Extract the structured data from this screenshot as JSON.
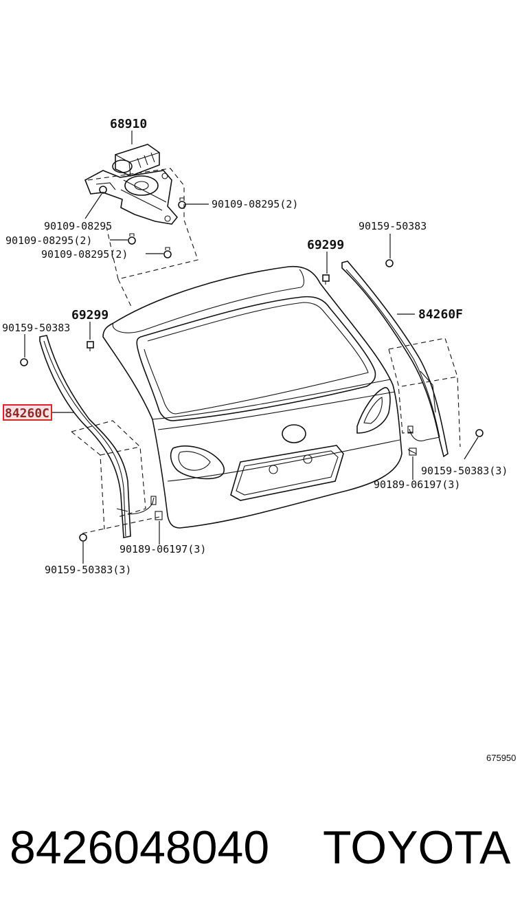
{
  "labels": {
    "regulator_motor": "68910",
    "bolt_a": "90109-08295(2)",
    "bolt_b": "90109-08295",
    "bolt_c": "90109-08295(2)",
    "bolt_d": "90109-08295(2)",
    "clip_right": "69299",
    "clip_left": "69299",
    "screw_top_right": "90159-50383",
    "screw_top_left": "90159-50383",
    "weatherstrip_right": "84260F",
    "weatherstrip_left": "84260C",
    "screw_bottom_right": "90159-50383(3)",
    "clamp_right": "90189-06197(3)",
    "clamp_left": "90189-06197(3)",
    "screw_bottom_left": "90159-50383(3)"
  },
  "reference_number": "675950",
  "footer": {
    "part_number": "8426048040",
    "brand": "TOYOTA"
  },
  "colors": {
    "highlight": "#d9262c",
    "ink": "#111111",
    "background": "#ffffff"
  }
}
